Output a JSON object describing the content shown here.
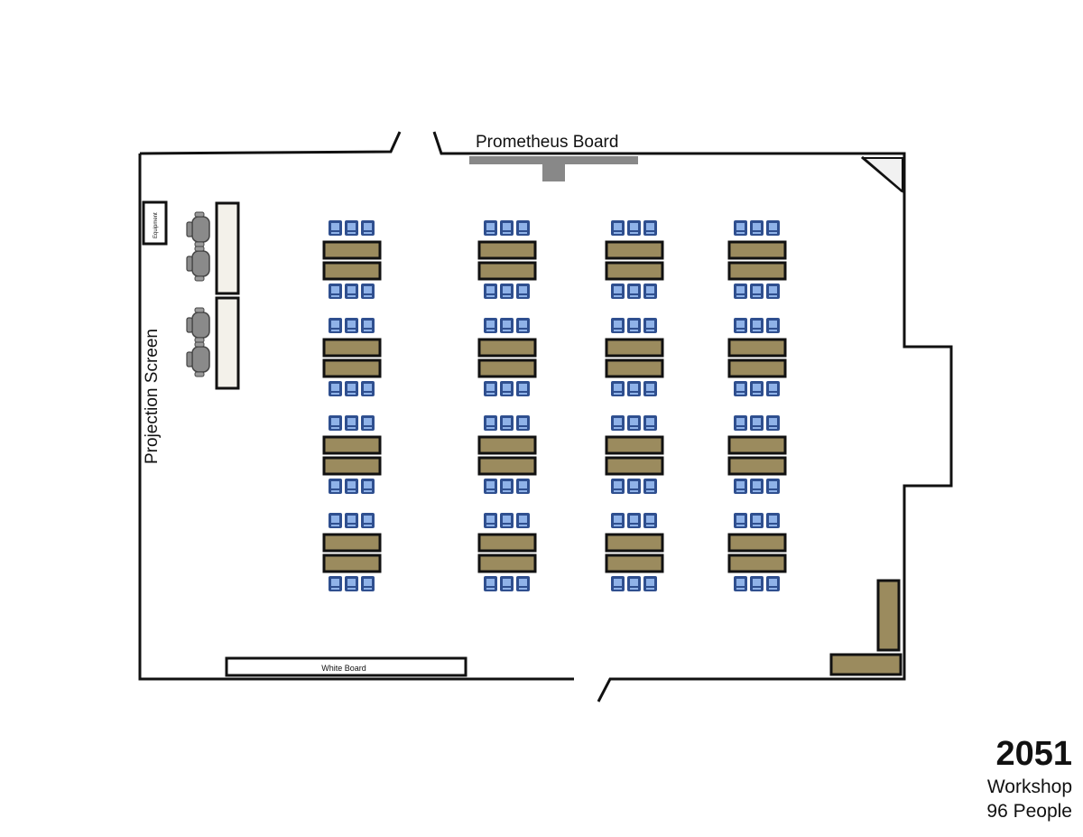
{
  "labels": {
    "prometheus_board": "Prometheus Board",
    "projection_screen": "Projection Screen",
    "equipment": "Equipment",
    "white_board": "White Board"
  },
  "room": {
    "number": "2051",
    "layout": "Workshop",
    "capacity": "96 People"
  },
  "colors": {
    "wall": "#111111",
    "table_fill": "#9b8b5e",
    "chair_outer": "#2f4f8f",
    "chair_inner": "#8fb2e8",
    "instructor_chair": "#8a8a8a",
    "prometheus_board": "#888888",
    "instructor_table": "#f3f1ea"
  }
}
